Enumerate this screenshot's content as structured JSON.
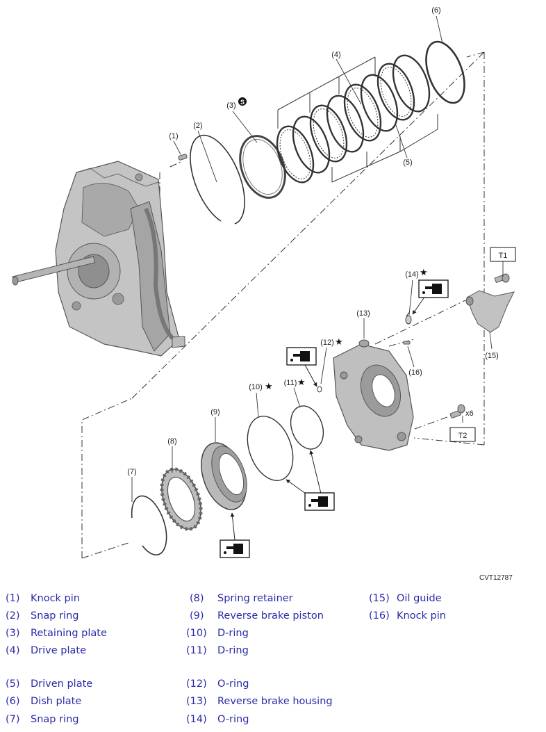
{
  "diagram": {
    "callouts": {
      "c1": "(1)",
      "c2": "(2)",
      "c3": "(3)",
      "c4": "(4)",
      "c5": "(5)",
      "c6": "(6)",
      "c7": "(7)",
      "c8": "(8)",
      "c9": "(9)",
      "c10": "(10)",
      "c11": "(11)",
      "c12": "(12)",
      "c13": "(13)",
      "c14": "(14)",
      "c15": "(15)",
      "c16": "(16)"
    },
    "torque_labels": {
      "t1": "T1",
      "t2": "T2"
    },
    "bolt_count": "x6",
    "star": "★",
    "replace_symbol": "S",
    "figure_code": "CVT12787"
  },
  "legend": [
    {
      "num": "(1)",
      "name": "Knock pin"
    },
    {
      "num": "(2)",
      "name": "Snap ring"
    },
    {
      "num": "(3)",
      "name": "Retaining plate"
    },
    {
      "num": "(4)",
      "name": "Drive plate"
    },
    {
      "num": "(5)",
      "name": "Driven plate"
    },
    {
      "num": "(6)",
      "name": "Dish plate"
    },
    {
      "num": "(7)",
      "name": "Snap ring"
    },
    {
      "num": "(8)",
      "name": "Spring retainer"
    },
    {
      "num": "(9)",
      "name": "Reverse brake piston"
    },
    {
      "num": "(10)",
      "name": "D-ring"
    },
    {
      "num": "(11)",
      "name": "D-ring"
    },
    {
      "num": "(12)",
      "name": "O-ring"
    },
    {
      "num": "(13)",
      "name": "Reverse brake housing"
    },
    {
      "num": "(14)",
      "name": "O-ring"
    },
    {
      "num": "(15)",
      "name": "Oil guide"
    },
    {
      "num": "(16)",
      "name": "Knock pin"
    }
  ],
  "colors": {
    "legend_text": "#2a2aa8",
    "part_fill": "#bdbdbd",
    "part_shade": "#8e8e8e",
    "line": "#222222"
  },
  "icons": [
    "oil-can-icon",
    "replace-icon",
    "star-icon"
  ]
}
